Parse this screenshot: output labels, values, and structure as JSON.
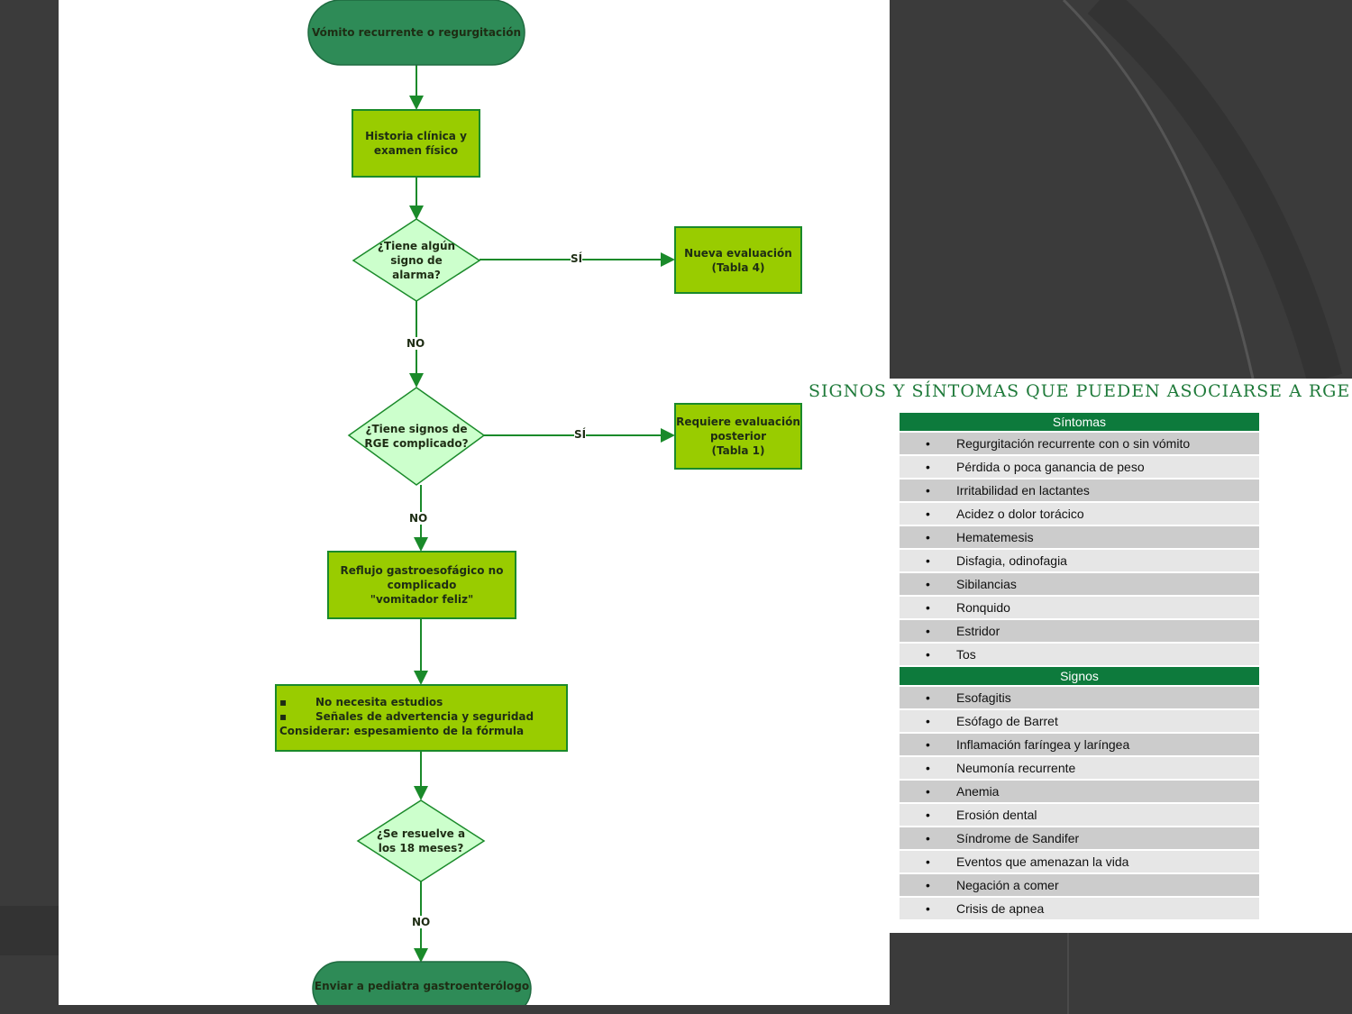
{
  "colors": {
    "slide_bg": "#3b3b3b",
    "node_dark_green": "#2e8b57",
    "node_green": "#99cc00",
    "node_light_green": "#ccffcc",
    "arrow_green": "#1a8a2a",
    "table_header": "#0d7a3c"
  },
  "flowchart": {
    "start": "Vómito recurrente o regurgitación",
    "history": "Historia clínica y\nexamen físico",
    "decision_alarm": "¿Tiene algún\nsigno de\nalarma?",
    "new_eval": "Nueva evaluación\n(Tabla 4)",
    "decision_complicated": "¿Tiene signos de\nRGE complicado?",
    "later_eval": "Requiere evaluación\nposterior\n(Tabla 1)",
    "uncomplicated": "Reflujo gastroesofágico no\ncomplicado\n\"vomitador feliz\"",
    "actions": {
      "items": [
        "No necesita estudios",
        "Señales de advertencia y seguridad"
      ],
      "consider": "Considerar: espesamiento de la fórmula"
    },
    "decision_resolve": "¿Se resuelve a\nlos 18 meses?",
    "end": "Enviar a pediatra gastroenterólogo",
    "labels": {
      "yes1": "SÍ",
      "no1": "NO",
      "yes2": "SÍ",
      "no2": "NO",
      "no3": "NO"
    }
  },
  "table": {
    "title": "SIGNOS Y SÍNTOMAS QUE PUEDEN ASOCIARSE A RGE",
    "sections": [
      {
        "header": "Síntomas",
        "rows": [
          "Regurgitación recurrente con o sin vómito",
          "Pérdida o poca ganancia de peso",
          "Irritabilidad en lactantes",
          "Acidez o dolor torácico",
          "Hematemesis",
          "Disfagia, odinofagia",
          "Sibilancias",
          "Ronquido",
          "Estridor",
          "Tos"
        ]
      },
      {
        "header": "Signos",
        "rows": [
          "Esofagitis",
          "Esófago de Barret",
          "Inflamación faríngea y laríngea",
          "Neumonía recurrente",
          "Anemia",
          "Erosión dental",
          "Síndrome de Sandifer",
          "Eventos que amenazan la vida",
          "Negación a comer",
          "Crisis de apnea"
        ]
      }
    ],
    "bullet": "•"
  }
}
